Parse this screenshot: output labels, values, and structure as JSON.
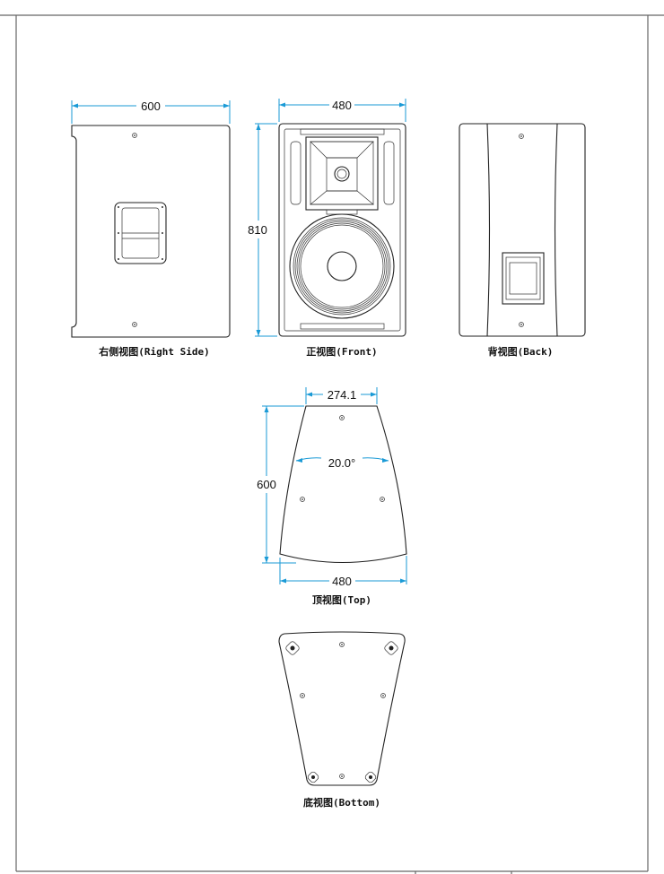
{
  "views": {
    "right_side": {
      "caption": "右侧视图(Right Side)",
      "width_dim": "600"
    },
    "front": {
      "caption": "正视图(Front)",
      "width_dim": "480",
      "height_dim": "810"
    },
    "back": {
      "caption": "背视图(Back)"
    },
    "top": {
      "caption": "顶视图(Top)",
      "top_width_dim": "274.1",
      "angle_dim": "20.0°",
      "depth_dim": "600",
      "bottom_width_dim": "480"
    },
    "bottom": {
      "caption": "底视图(Bottom)"
    }
  },
  "colors": {
    "dimension": "#1a9ad6",
    "line": "#222222"
  }
}
